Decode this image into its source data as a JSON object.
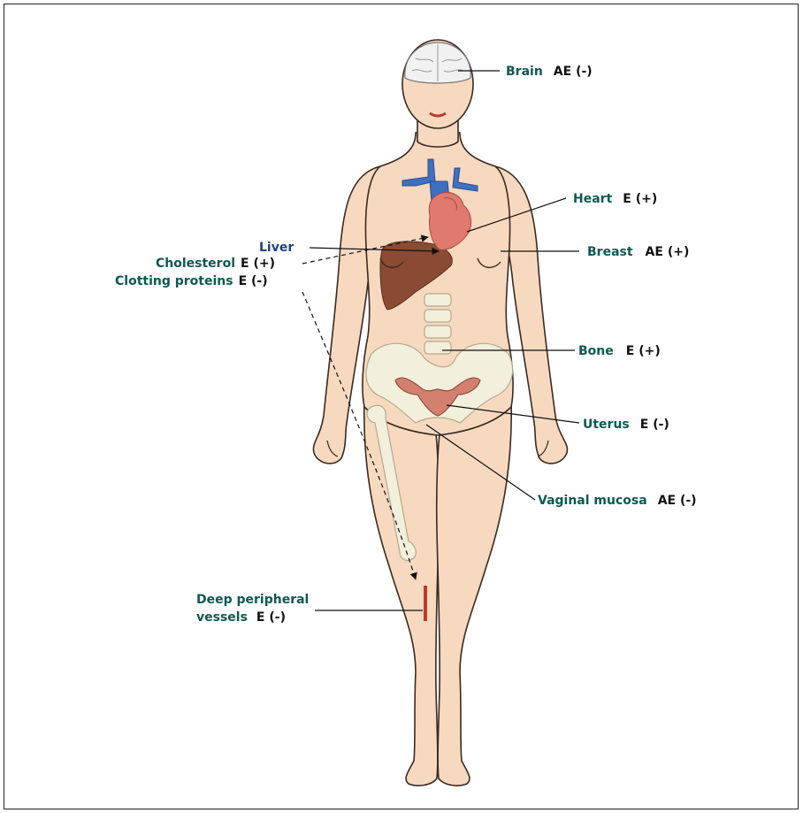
{
  "colors": {
    "skin": "#f7d9c0",
    "outline": "#3a2a22",
    "bone": "#f3efdd",
    "liver": "#8a4a34",
    "heart": "#e07a6e",
    "vessels": "#3f6fbf",
    "uterus": "#d4806f",
    "organ_label": "#0b5a52",
    "liver_label": "#1f3f8a",
    "deep_vessel": "#c0392b"
  },
  "labels": {
    "brain": {
      "organ": "Brain",
      "effect": "AE (-)"
    },
    "heart": {
      "organ": "Heart",
      "effect": "E (+)"
    },
    "liver": {
      "organ": "Liver"
    },
    "cholesterol": {
      "organ": "Cholesterol",
      "effect": "E (+)"
    },
    "clotting": {
      "organ": "Clotting proteins",
      "effect": "E (-)"
    },
    "breast": {
      "organ": "Breast",
      "effect": "AE (+)"
    },
    "bone": {
      "organ": "Bone",
      "effect": "E (+)"
    },
    "uterus": {
      "organ": "Uterus",
      "effect": "E (-)"
    },
    "vaginal": {
      "organ": "Vaginal mucosa",
      "effect": "AE (-)"
    },
    "deep_vessels": {
      "line1": "Deep peripheral",
      "line2": "vessels",
      "effect": "E (-)"
    }
  }
}
